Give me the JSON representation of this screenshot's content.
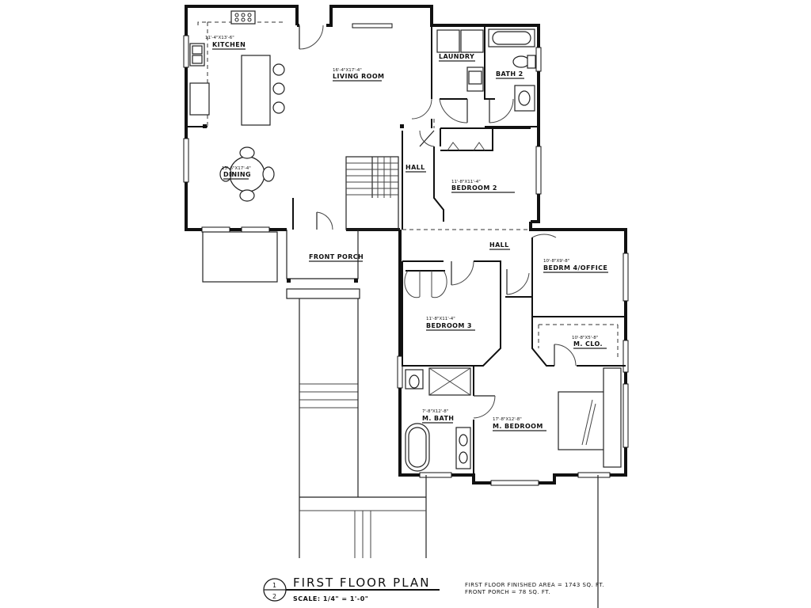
{
  "drawing": {
    "title": "FIRST FLOOR PLAN",
    "scale": "SCALE: 1/4\" = 1'-0\"",
    "sheet_number": "1",
    "page_number": "2",
    "finished_area": "FIRST FLOOR FINISHED AREA = 1743 SQ. FT.",
    "porch_area": "FRONT PORCH = 78 SQ. FT."
  },
  "rooms": {
    "kitchen": {
      "name": "KITCHEN",
      "dim": "11'-4\"X13'-6\""
    },
    "living_room": {
      "name": "LIVING ROOM",
      "dim": "16'-4\"X17'-4\""
    },
    "dining": {
      "name": "DINING",
      "dim": "13'-6\"X17'-4\""
    },
    "laundry": {
      "name": "LAUNDRY"
    },
    "bath2": {
      "name": "BATH 2"
    },
    "hall_upper": {
      "name": "HALL"
    },
    "bedroom2": {
      "name": "BEDROOM 2",
      "dim": "11'-8\"X11'-4\""
    },
    "hall_lower": {
      "name": "HALL"
    },
    "front_porch": {
      "name": "FRONT PORCH"
    },
    "bedroom3": {
      "name": "BEDROOM 3",
      "dim": "11'-8\"X11'-4\""
    },
    "bedroom4": {
      "name": "BEDRM 4/OFFICE",
      "dim": "10'-8\"X9'-8\""
    },
    "master_closet": {
      "name": "M. CLO.",
      "dim": "10'-8\"X5'-8\""
    },
    "master_bath": {
      "name": "M. BATH",
      "dim": "7'-8\"X12'-8\""
    },
    "master_bedroom": {
      "name": "M. BEDROOM",
      "dim": "17'-8\"X12'-8\""
    }
  }
}
